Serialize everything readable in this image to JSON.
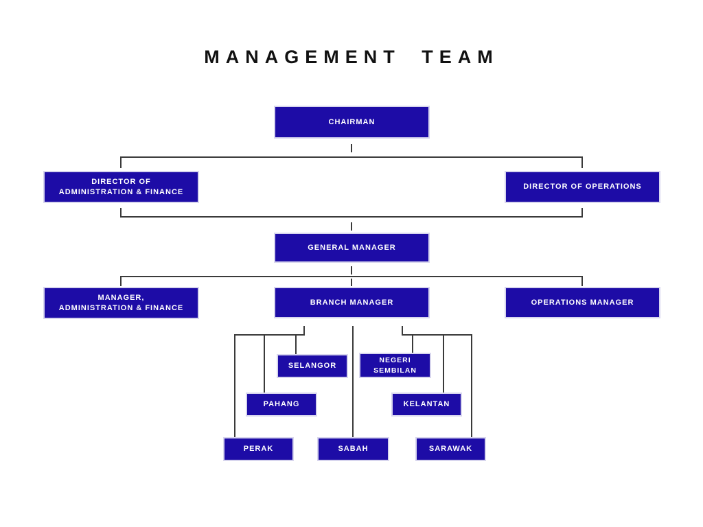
{
  "title": "MANAGEMENT TEAM",
  "colors": {
    "box_fill": "#1d0ca6",
    "box_border": "#d8d6ee",
    "line": "#3a3a3a",
    "title_text": "#111111",
    "box_text": "#ffffff",
    "canvas_bg": "#ffffff"
  },
  "org": {
    "nodes": {
      "chairman": {
        "label": "CHAIRMAN"
      },
      "director_admin_finance": {
        "label": "DIRECTOR OF\nADMINISTRATION & FINANCE"
      },
      "director_operations": {
        "label": "DIRECTOR OF OPERATIONS"
      },
      "general_manager": {
        "label": "GENERAL MANAGER"
      },
      "manager_admin_finance": {
        "label": "MANAGER,\nADMINISTRATION & FINANCE"
      },
      "branch_manager": {
        "label": "BRANCH MANAGER"
      },
      "operations_manager": {
        "label": "OPERATIONS MANAGER"
      },
      "selangor": {
        "label": "SELANGOR"
      },
      "negeri_sembilan": {
        "label": "NEGERI\nSEMBILAN"
      },
      "pahang": {
        "label": "PAHANG"
      },
      "kelantan": {
        "label": "KELANTAN"
      },
      "perak": {
        "label": "PERAK"
      },
      "sabah": {
        "label": "SABAH"
      },
      "sarawak": {
        "label": "SARAWAK"
      }
    }
  }
}
